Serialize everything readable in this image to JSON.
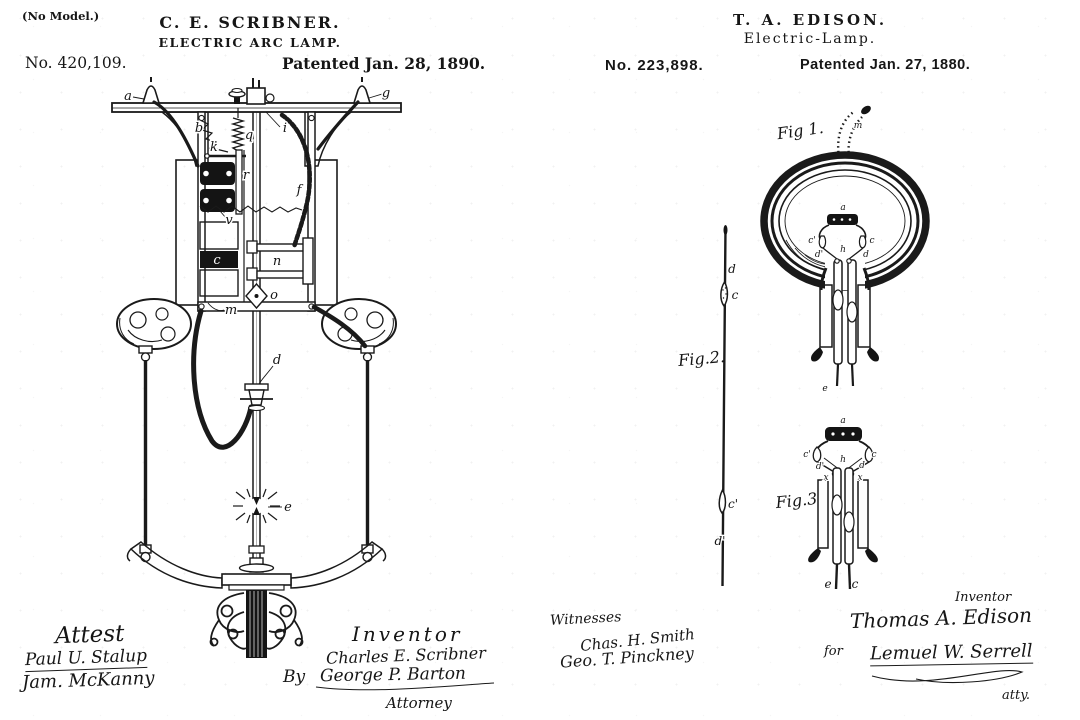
{
  "left_patent": {
    "no_model": "(No Model.)",
    "inventor_name": "C. E. SCRIBNER.",
    "doc_title": "ELECTRIC ARC LAMP.",
    "patent_number": "No. 420,109.",
    "patent_date": "Patented Jan. 28, 1890.",
    "labels": {
      "a": "a",
      "g": "g",
      "b": "b",
      "k": "k",
      "q": "q",
      "i": "i",
      "r": "r",
      "f": "f",
      "v": "v",
      "n": "n",
      "o": "o",
      "c": "c",
      "m": "m",
      "d": "d",
      "e": "e"
    },
    "signatures": {
      "attest_heading": "Attest",
      "witness1": "Paul U. Stalup",
      "witness2": "Jam. McKanny",
      "inventor_heading": "Inventor",
      "inventor_signature": "Charles E. Scribner",
      "by_label": "By",
      "attorney_signature": "George P. Barton",
      "attorney_title": "Attorney"
    }
  },
  "right_patent": {
    "inventor_name": "T. A. EDISON.",
    "doc_title": "Electric-Lamp.",
    "patent_number": "No. 223,898.",
    "patent_date": "Patented Jan. 27, 1880.",
    "fig1": {
      "caption": "Fig 1.",
      "labels": {
        "m": "m",
        "a": "a",
        "c_left": "c'",
        "c_right": "c",
        "d_left": "d'",
        "d_right": "d",
        "h": "h",
        "e": "e"
      }
    },
    "fig2": {
      "caption": "Fig.2.",
      "labels": {
        "d": "d",
        "c": "c",
        "c_prime": "c'",
        "d_prime": "d'"
      }
    },
    "fig3": {
      "caption": "Fig.3",
      "labels": {
        "a": "a",
        "c_left": "c'",
        "c_right": "c",
        "d_left": "d'",
        "h": "h",
        "d_right": "d",
        "x_left": "x",
        "x_right": "x",
        "e": "e",
        "c_bottom": "c"
      }
    },
    "signatures": {
      "witnesses_heading": "Witnesses",
      "witness1": "Chas. H. Smith",
      "witness2": "Geo. T. Pinckney",
      "inventor_heading": "Inventor",
      "inventor_signature": "Thomas A. Edison",
      "for_label": "for",
      "attorney_signature": "Lemuel W. Serrell",
      "attorney_title": "atty."
    }
  }
}
